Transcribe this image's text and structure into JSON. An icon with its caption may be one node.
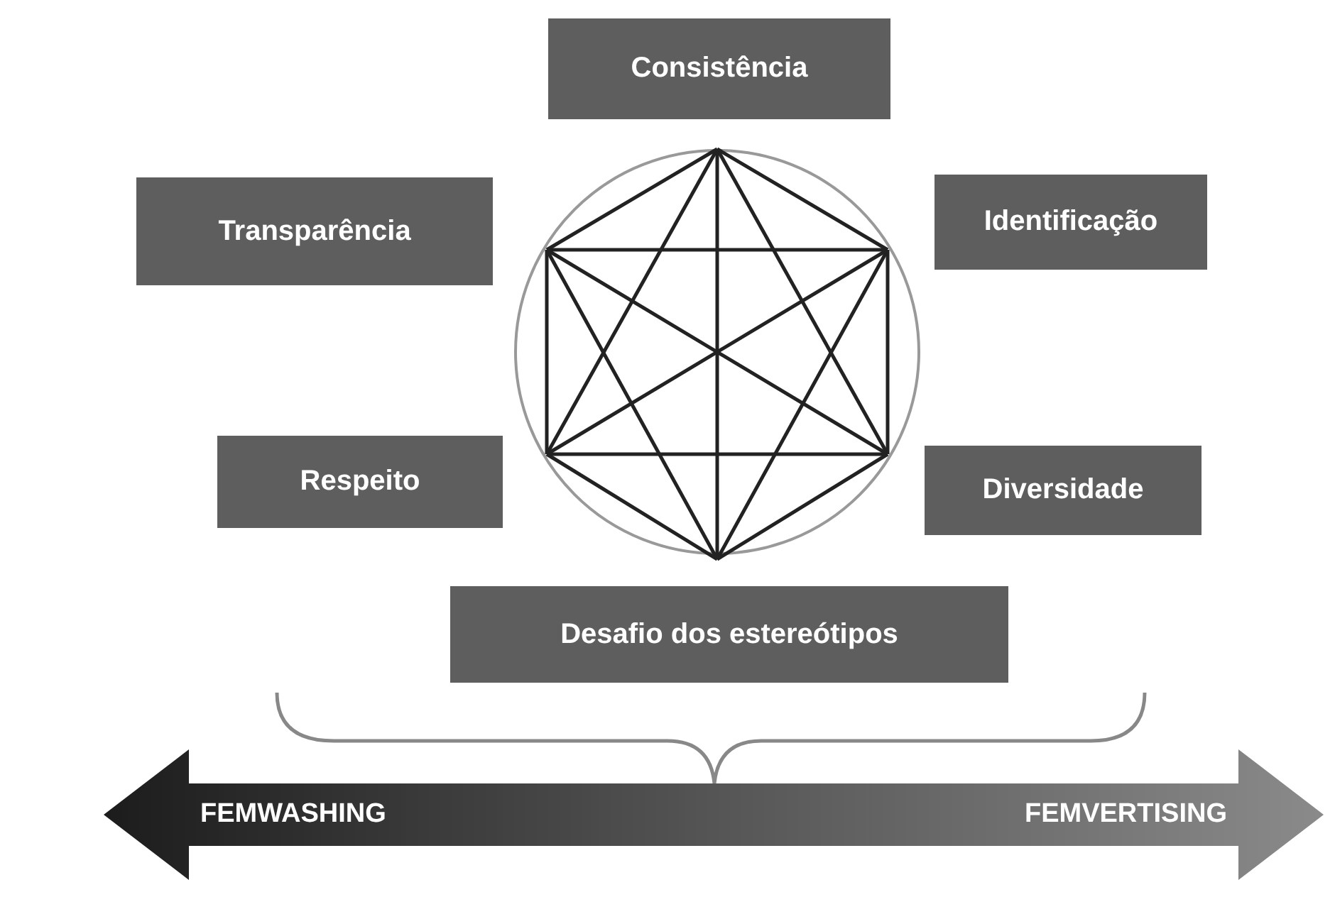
{
  "diagram": {
    "nodes": [
      {
        "text": [
          "Consistência"
        ]
      },
      {
        "text": [
          "Transparência"
        ]
      },
      {
        "text": [
          "Identificação"
        ]
      },
      {
        "text": [
          "Respeito"
        ]
      },
      {
        "text": [
          "Diversidade"
        ]
      },
      {
        "text": [
          "Desafio dos estereótipos"
        ]
      },
      {
        "text": [
          "FEMWASHING",
          "FEMVERTISING"
        ]
      }
    ],
    "edges": []
  }
}
